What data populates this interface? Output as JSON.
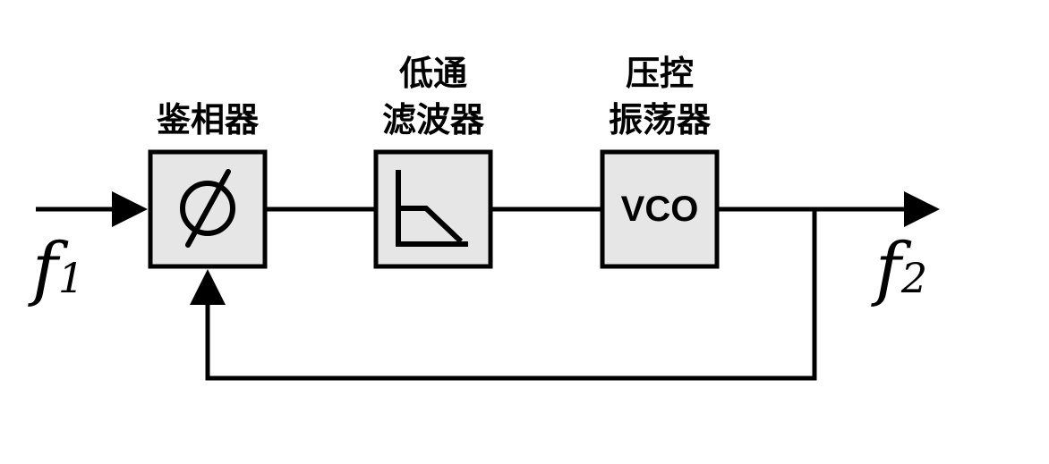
{
  "blocks": {
    "phase_detector": {
      "label": "鉴相器"
    },
    "low_pass_filter": {
      "label_line1": "低通",
      "label_line2": "滤波器"
    },
    "vco": {
      "label_line1": "压控",
      "label_line2": "振荡器",
      "inner_text": "VCO"
    }
  },
  "signals": {
    "input": {
      "base": "f",
      "sub": "1"
    },
    "output": {
      "base": "f",
      "sub": "2"
    }
  }
}
